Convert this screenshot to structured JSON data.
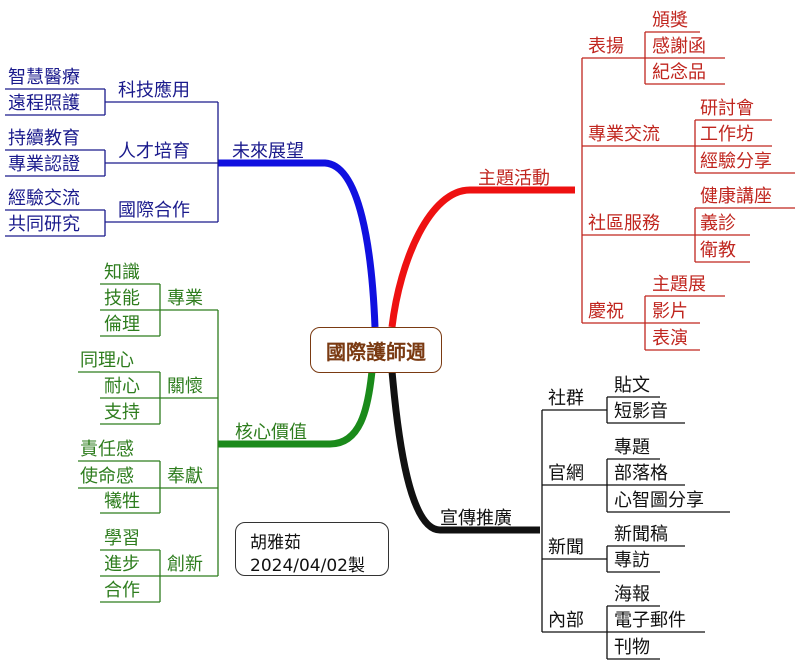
{
  "center": "國際護師週",
  "note": {
    "author": "胡雅茹",
    "date": "2024/04/02製"
  },
  "colors": {
    "blue": "#1a1a8c",
    "red": "#c0261f",
    "green": "#2e7d1e",
    "black": "#111111",
    "brown": "#7a3a12"
  },
  "branches": {
    "future": {
      "label": "未來展望",
      "groups": [
        {
          "label": "科技應用",
          "items": [
            "智慧醫療",
            "遠程照護"
          ]
        },
        {
          "label": "人才培育",
          "items": [
            "持續教育",
            "專業認證"
          ]
        },
        {
          "label": "國際合作",
          "items": [
            "經驗交流",
            "共同研究"
          ]
        }
      ]
    },
    "activities": {
      "label": "主題活動",
      "groups": [
        {
          "label": "表揚",
          "items": [
            "頒獎",
            "感謝函",
            "紀念品"
          ]
        },
        {
          "label": "專業交流",
          "items": [
            "研討會",
            "工作坊",
            "經驗分享"
          ]
        },
        {
          "label": "社區服務",
          "items": [
            "健康講座",
            "義診",
            "衛教"
          ]
        },
        {
          "label": "慶祝",
          "items": [
            "主題展",
            "影片",
            "表演"
          ]
        }
      ]
    },
    "values": {
      "label": "核心價值",
      "groups": [
        {
          "label": "專業",
          "items": [
            "知識",
            "技能",
            "倫理"
          ]
        },
        {
          "label": "關懷",
          "items": [
            "同理心",
            "耐心",
            "支持"
          ]
        },
        {
          "label": "奉獻",
          "items": [
            "責任感",
            "使命感",
            "犧牲"
          ]
        },
        {
          "label": "創新",
          "items": [
            "學習",
            "進步",
            "合作"
          ]
        }
      ]
    },
    "promotion": {
      "label": "宣傳推廣",
      "groups": [
        {
          "label": "社群",
          "items": [
            "貼文",
            "短影音"
          ]
        },
        {
          "label": "官網",
          "items": [
            "專題",
            "部落格",
            "心智圖分享"
          ]
        },
        {
          "label": "新聞",
          "items": [
            "新聞稿",
            "專訪"
          ]
        },
        {
          "label": "內部",
          "items": [
            "海報",
            "電子郵件",
            "刊物"
          ]
        }
      ]
    }
  }
}
